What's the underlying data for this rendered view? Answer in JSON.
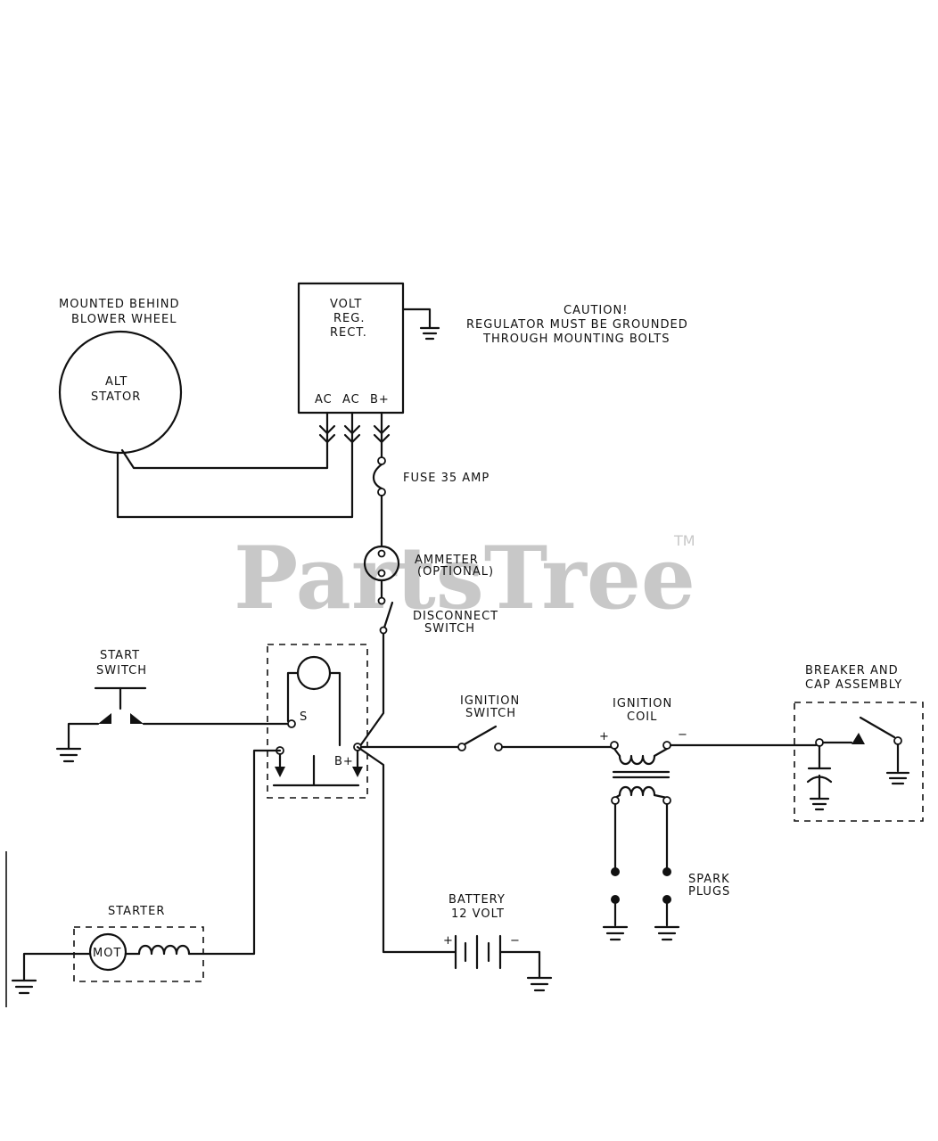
{
  "watermark": {
    "text": "PartsTree",
    "trademark": "TM"
  },
  "labels": {
    "mounted_line1": "MOUNTED BEHIND",
    "mounted_line2": "BLOWER WHEEL",
    "stator_line1": "ALT",
    "stator_line2": "STATOR",
    "reg_line1": "VOLT",
    "reg_line2": "REG.",
    "reg_line3": "RECT.",
    "term_ac1": "AC",
    "term_ac2": "AC",
    "term_bplus": "B+",
    "caution_line1": "CAUTION!",
    "caution_line2": "REGULATOR MUST BE GROUNDED",
    "caution_line3": "THROUGH MOUNTING BOLTS",
    "fuse": "FUSE 35 AMP",
    "ammeter_line1": "AMMETER",
    "ammeter_line2": "(OPTIONAL)",
    "disconnect_line1": "DISCONNECT",
    "disconnect_line2": "SWITCH",
    "start_line1": "START",
    "start_line2": "SWITCH",
    "solenoid_s": "S",
    "solenoid_bplus": "B+",
    "ign_switch_line1": "IGNITION",
    "ign_switch_line2": "SWITCH",
    "ign_coil_line1": "IGNITION",
    "ign_coil_line2": "COIL",
    "coil_plus": "+",
    "coil_minus": "−",
    "breaker_line1": "BREAKER AND",
    "breaker_line2": "CAP ASSEMBLY",
    "spark_line1": "SPARK",
    "spark_line2": "PLUGS",
    "starter": "STARTER",
    "motor": "MOT",
    "battery_line1": "BATTERY",
    "battery_line2": "12 VOLT",
    "battery_plus": "+",
    "battery_minus": "−"
  }
}
